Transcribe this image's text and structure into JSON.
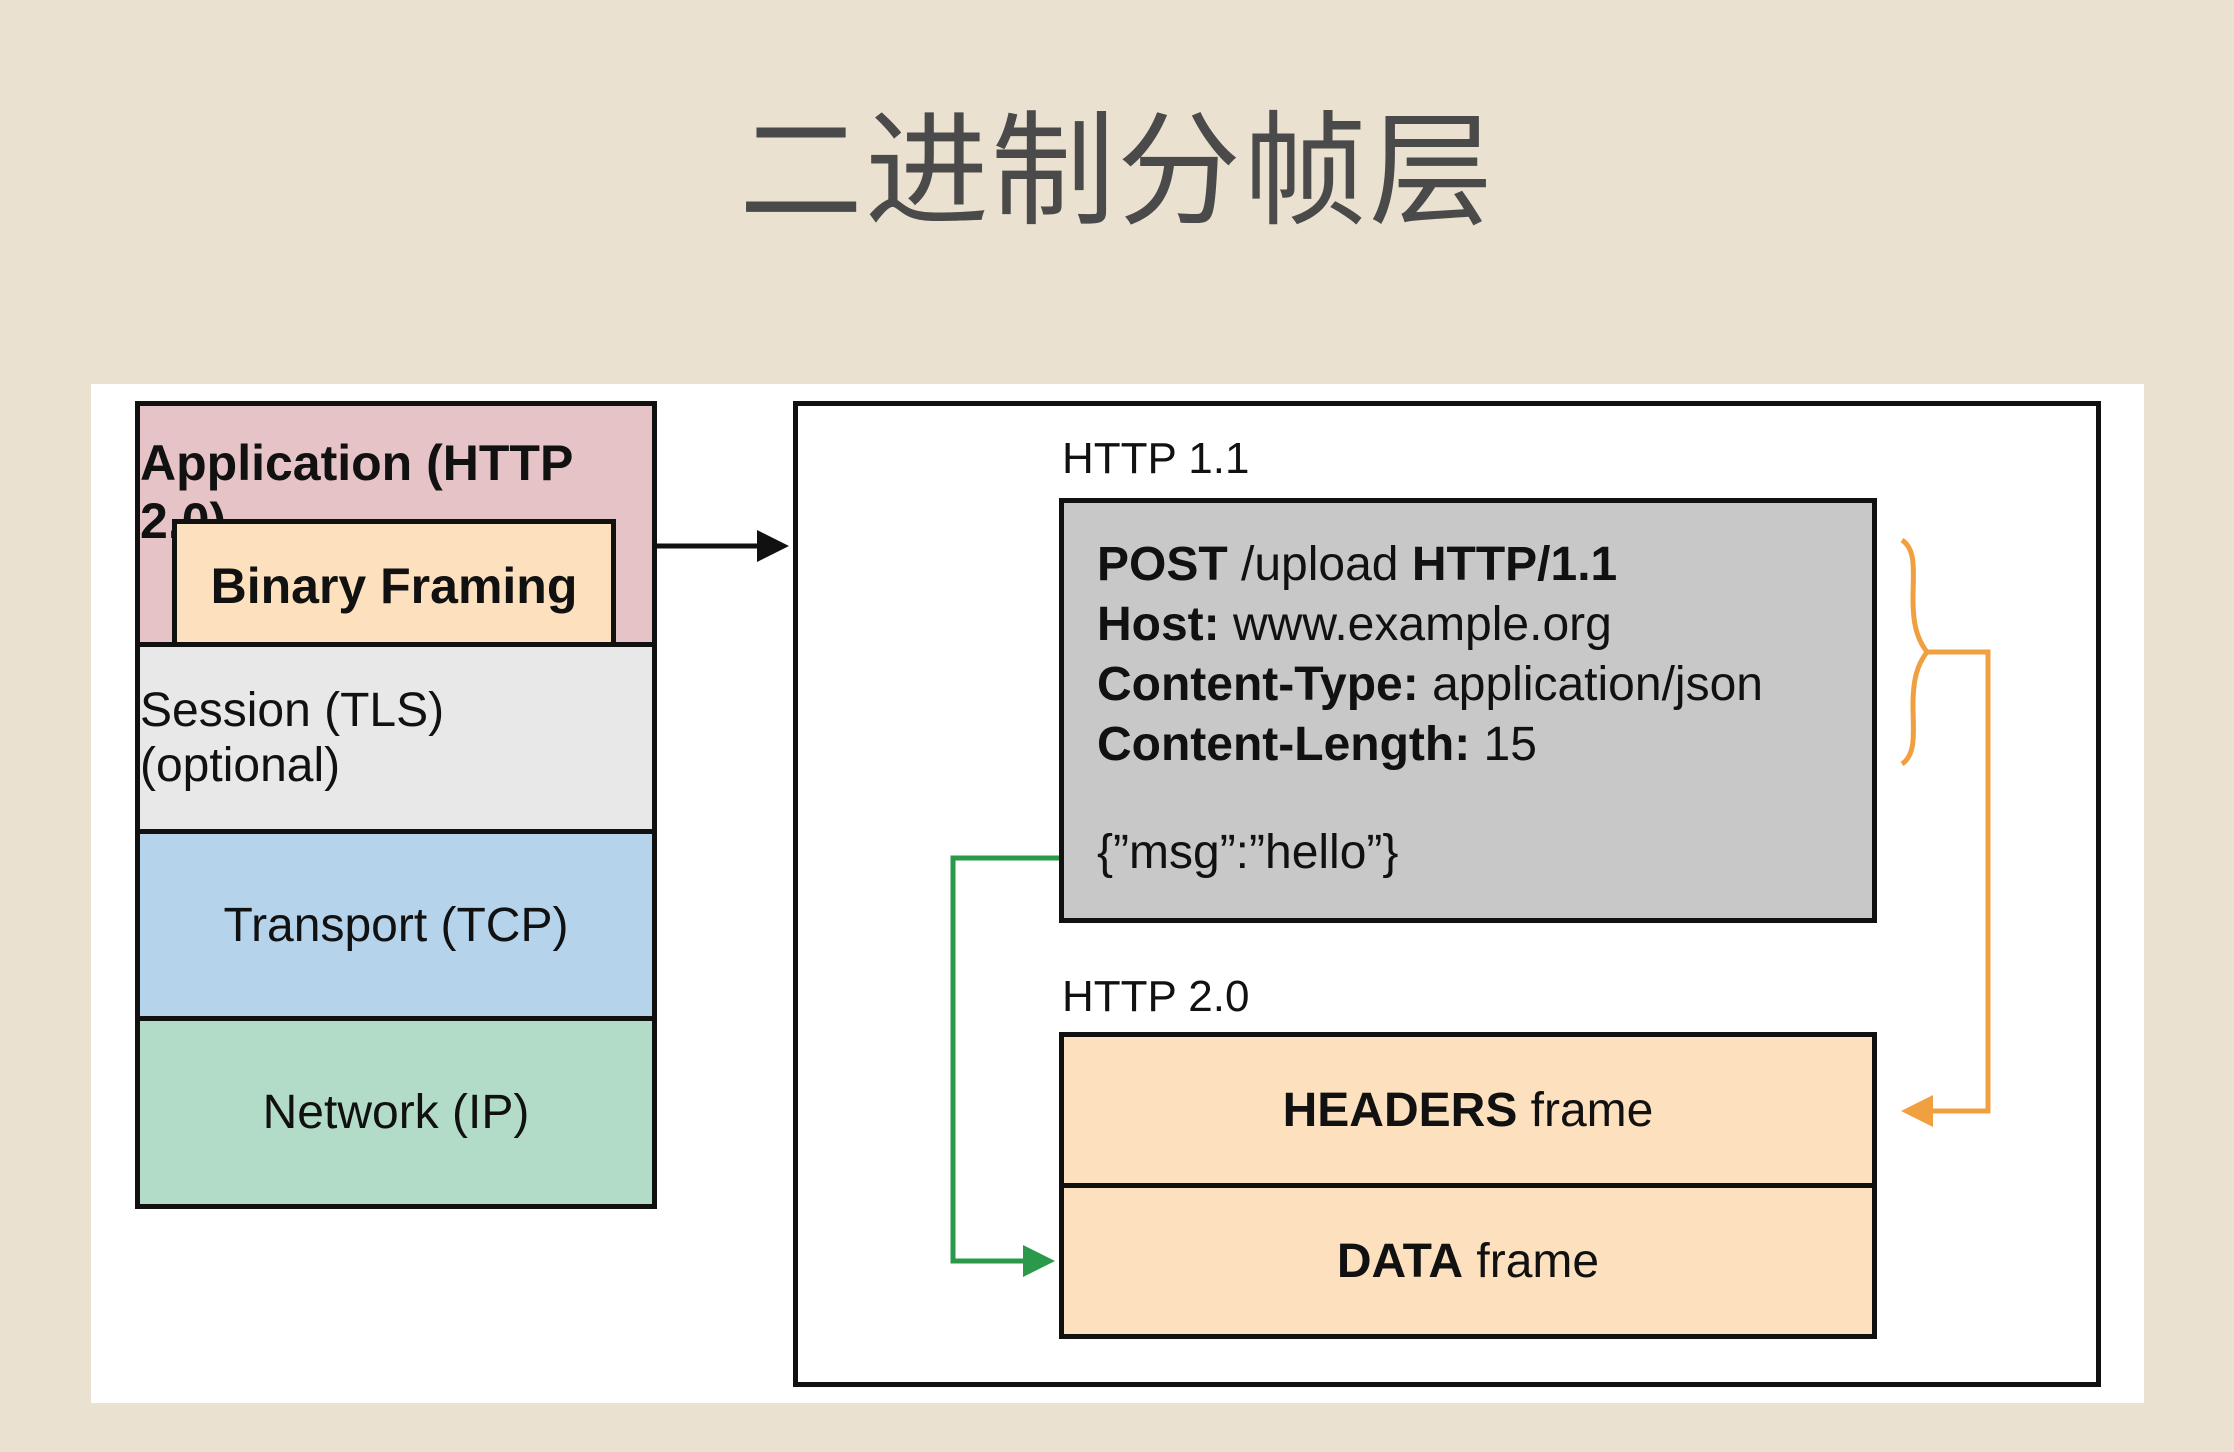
{
  "page": {
    "title": "二进制分帧层",
    "background": "#ebe1d0"
  },
  "stack": {
    "application": {
      "label": "Application (HTTP 2.0)",
      "color": "#e6c3c6"
    },
    "binary_framing": {
      "label": "Binary Framing",
      "color": "#fde0bd"
    },
    "session": {
      "label": "Session (TLS) (optional)",
      "color": "#e8e8e8"
    },
    "transport": {
      "label": "Transport (TCP)",
      "color": "#b5d3eb"
    },
    "network": {
      "label": "Network (IP)",
      "color": "#b2dcc8"
    }
  },
  "http11": {
    "label": "HTTP 1.1",
    "box_color": "#c8c8c8",
    "lines": [
      {
        "key": "POST",
        "value": " /upload ",
        "key2": "HTTP/1.1"
      },
      {
        "key": "Host:",
        "value": " www.example.org"
      },
      {
        "key": "Content-Type:",
        "value": " application/json"
      },
      {
        "key": "Content-Length:",
        "value": " 15"
      }
    ],
    "body": "{”msg”:”hello”}"
  },
  "http20": {
    "label": "HTTP 2.0",
    "frame_color": "#fde0bd",
    "headers_frame": {
      "bold": "HEADERS",
      "rest": " frame"
    },
    "data_frame": {
      "bold": "DATA",
      "rest": " frame"
    }
  },
  "arrows": {
    "headers_color": "#f0a040",
    "data_color": "#2a9a4a"
  }
}
